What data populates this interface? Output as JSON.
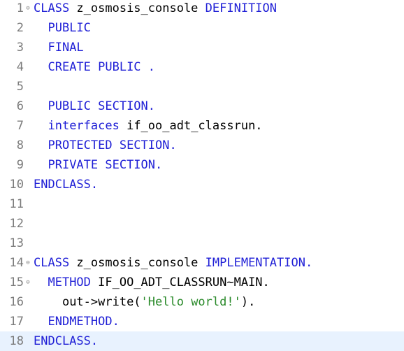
{
  "editor": {
    "lines": [
      {
        "num": "1",
        "fold": "⊖",
        "indent": "",
        "segments": [
          {
            "type": "kw",
            "text": "CLASS"
          },
          {
            "type": "tx",
            "text": " z_osmosis_console "
          },
          {
            "type": "kw",
            "text": "DEFINITION"
          }
        ]
      },
      {
        "num": "2",
        "fold": "",
        "indent": "  ",
        "segments": [
          {
            "type": "kw",
            "text": "PUBLIC"
          }
        ]
      },
      {
        "num": "3",
        "fold": "",
        "indent": "  ",
        "segments": [
          {
            "type": "kw",
            "text": "FINAL"
          }
        ]
      },
      {
        "num": "4",
        "fold": "",
        "indent": "  ",
        "segments": [
          {
            "type": "kw",
            "text": "CREATE PUBLIC ."
          }
        ]
      },
      {
        "num": "5",
        "fold": "",
        "indent": "",
        "segments": []
      },
      {
        "num": "6",
        "fold": "",
        "indent": "  ",
        "segments": [
          {
            "type": "kw",
            "text": "PUBLIC SECTION."
          }
        ]
      },
      {
        "num": "7",
        "fold": "",
        "indent": "  ",
        "segments": [
          {
            "type": "kw",
            "text": "interfaces"
          },
          {
            "type": "tx",
            "text": " if_oo_adt_classrun."
          }
        ]
      },
      {
        "num": "8",
        "fold": "",
        "indent": "  ",
        "segments": [
          {
            "type": "kw",
            "text": "PROTECTED SECTION."
          }
        ]
      },
      {
        "num": "9",
        "fold": "",
        "indent": "  ",
        "segments": [
          {
            "type": "kw",
            "text": "PRIVATE SECTION."
          }
        ]
      },
      {
        "num": "10",
        "fold": "",
        "indent": "",
        "segments": [
          {
            "type": "kw",
            "text": "ENDCLASS."
          }
        ]
      },
      {
        "num": "11",
        "fold": "",
        "indent": "",
        "segments": []
      },
      {
        "num": "12",
        "fold": "",
        "indent": "",
        "segments": []
      },
      {
        "num": "13",
        "fold": "",
        "indent": "",
        "segments": []
      },
      {
        "num": "14",
        "fold": "⊖",
        "indent": "",
        "segments": [
          {
            "type": "kw",
            "text": "CLASS"
          },
          {
            "type": "tx",
            "text": " z_osmosis_console "
          },
          {
            "type": "kw",
            "text": "IMPLEMENTATION."
          }
        ]
      },
      {
        "num": "15",
        "fold": "⊖",
        "indent": "  ",
        "segments": [
          {
            "type": "kw",
            "text": "METHOD"
          },
          {
            "type": "tx",
            "text": " IF_OO_ADT_CLASSRUN~MAIN."
          }
        ]
      },
      {
        "num": "16",
        "fold": "",
        "indent": "    ",
        "segments": [
          {
            "type": "tx",
            "text": "out->write("
          },
          {
            "type": "st",
            "text": "'Hello world!'"
          },
          {
            "type": "tx",
            "text": ")."
          }
        ]
      },
      {
        "num": "17",
        "fold": "",
        "indent": "  ",
        "segments": [
          {
            "type": "kw",
            "text": "ENDMETHOD."
          }
        ]
      },
      {
        "num": "18",
        "fold": "",
        "indent": "",
        "segments": [
          {
            "type": "kw",
            "text": "ENDCLASS."
          }
        ]
      }
    ],
    "current_line": "18",
    "colors": {
      "keyword": "#1f1fd6",
      "text": "#000000",
      "string": "#2a8a2a",
      "line_number": "#7b7b7b",
      "current_line_bg": "#e8f2fe"
    }
  }
}
